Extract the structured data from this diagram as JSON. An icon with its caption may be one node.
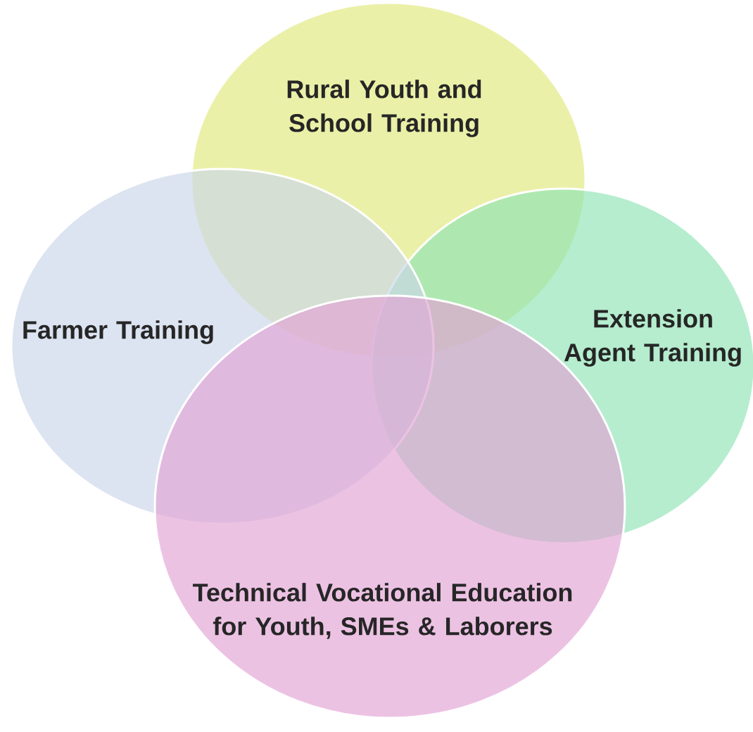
{
  "diagram": {
    "nodes": [
      {
        "text": [
          "Rural Youth and School Training"
        ]
      },
      {
        "text": [
          "Extension Agent Training"
        ]
      },
      {
        "text": [
          "Farmer Training"
        ]
      },
      {
        "text": [
          "Technical Vocational Education for Youth, SMEs & Laborers"
        ]
      }
    ]
  }
}
